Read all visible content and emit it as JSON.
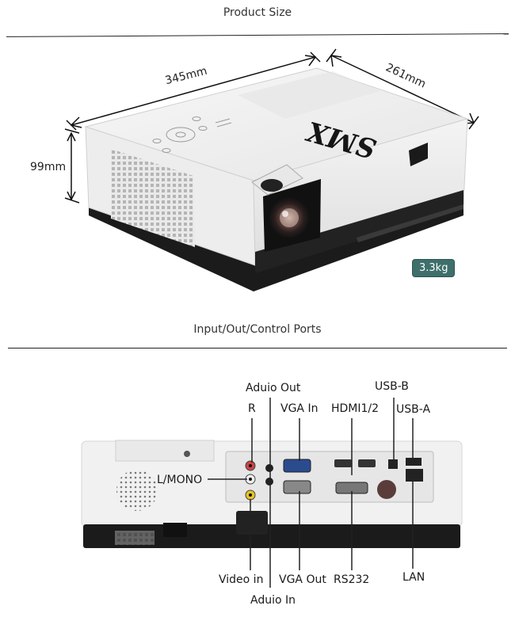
{
  "section_product": {
    "title": "Product Size",
    "dim_length": "345mm",
    "dim_width": "261mm",
    "dim_height": "99mm",
    "weight": "3.3kg",
    "brand_logo": "SMX"
  },
  "section_ports": {
    "title": "Input/Out/Control Ports",
    "labels": {
      "audio_out": "Aduio Out",
      "r": "R",
      "vga_in": "VGA In",
      "hdmi": "HDMI1/2",
      "usb_b": "USB-B",
      "usb_a": "USB-A",
      "l_mono": "L/MONO",
      "video_in": "Video in",
      "vga_out": "VGA Out",
      "rs232": "RS232",
      "lan": "LAN",
      "audio_in": "Aduio In"
    }
  },
  "colors": {
    "badge": "#3e6f6b",
    "body_white": "#f2f2f2",
    "base_black": "#1b1b1b"
  }
}
